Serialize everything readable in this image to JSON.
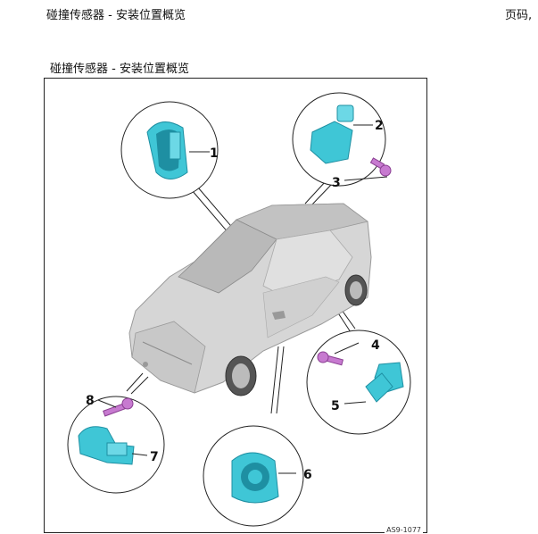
{
  "header": {
    "doc_title": "碰撞传感器 - 安装位置概览",
    "page_label": "页码,"
  },
  "figure": {
    "caption": "碰撞传感器 - 安装位置概览",
    "callouts": [
      "1",
      "2",
      "3",
      "4",
      "5",
      "6",
      "7",
      "8"
    ],
    "figure_id": "AS9-1077"
  },
  "colors": {
    "sensor": "#3fc6d6",
    "sensor_dark": "#1e8fa2",
    "bolt": "#c77ad0",
    "car_body": "#cfcfcf"
  }
}
